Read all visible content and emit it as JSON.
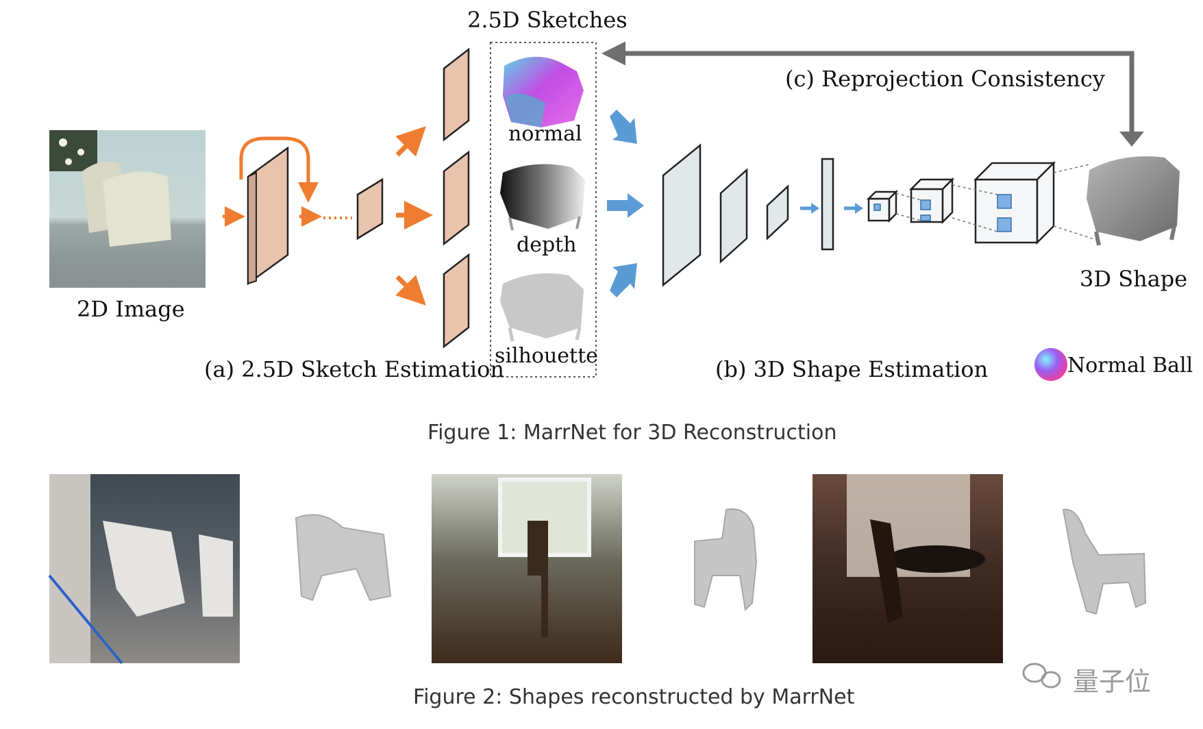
{
  "figure1": {
    "caption": "Figure 1: MarrNet for 3D Reconstruction",
    "header": "2.5D Sketches",
    "input_label": "2D Image",
    "sketch_labels": [
      "normal",
      "depth",
      "silhouette"
    ],
    "stage_a_label": "(a) 2.5D Sketch Estimation",
    "stage_b_label": "(b) 3D Shape Estimation",
    "stage_c_label": "(c) Reprojection Consistency",
    "output_label": "3D Shape",
    "legend_label": "Normal Ball",
    "colors": {
      "encoder": "#e8c3ad",
      "decoder": "#e2e7ea",
      "orange_arrow": "#ee7d31",
      "blue_arrow": "#5b9bd5",
      "loop_arrow": "#6f6f6f"
    }
  },
  "figure2": {
    "caption": "Figure 2: Shapes reconstructed by MarrNet",
    "panels": [
      "photo-woman-adirondack-chairs",
      "reconstruction-chair-1",
      "photo-room-window-chair",
      "reconstruction-chair-2",
      "photo-dining-table",
      "reconstruction-chair-3"
    ]
  },
  "watermark": {
    "text": "量子位",
    "icon": "wechat-icon"
  }
}
